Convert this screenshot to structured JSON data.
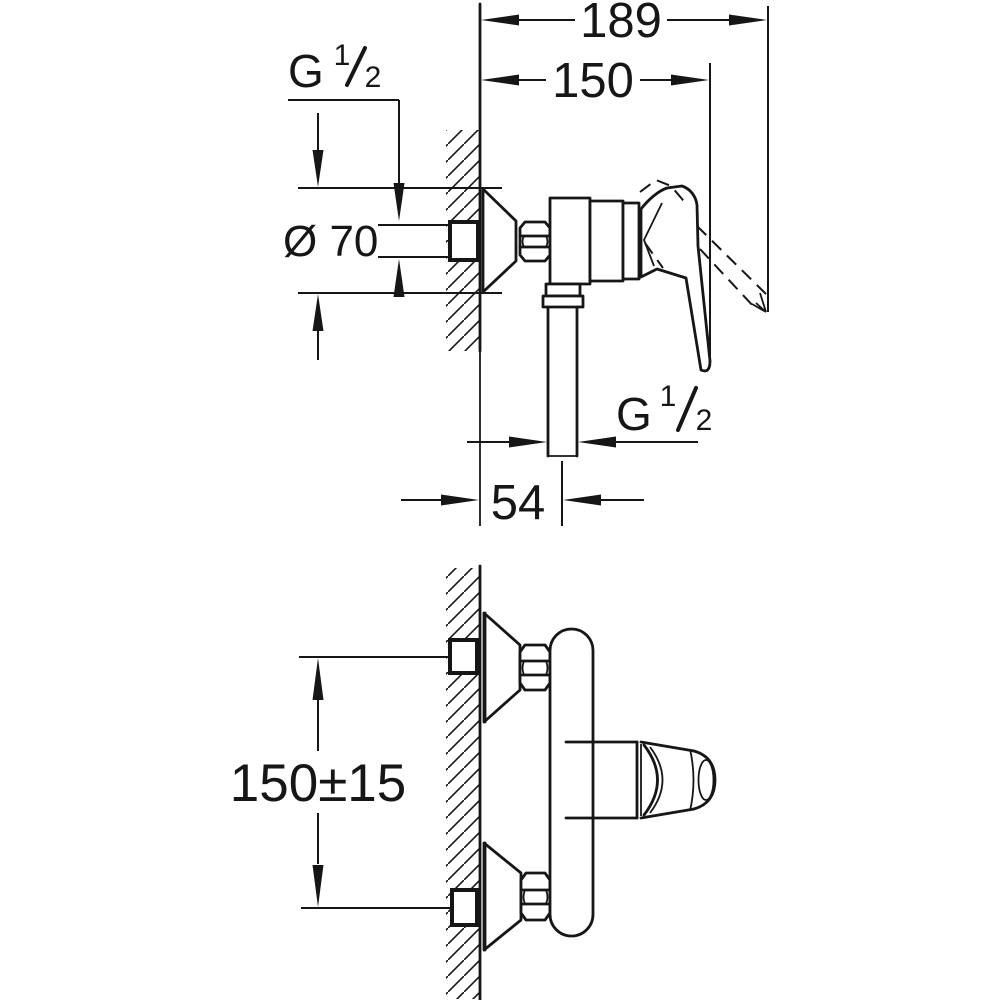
{
  "drawing": {
    "kind": "shower mixer installation dimension drawing",
    "colors": {
      "ink": "#161616",
      "background": "#ffffff"
    },
    "side_view": {
      "dim_overall_depth": "189",
      "dim_wall_to_handle": "150",
      "dim_escutcheon_diameter": "Ø 70",
      "dim_outlet_offset": "54",
      "top_connection": {
        "g": "G",
        "numerator": "1",
        "denominator": "2"
      },
      "outlet_connection": {
        "g": "G",
        "numerator": "1",
        "denominator": "2"
      }
    },
    "front_view": {
      "dim_inlet_spacing": "150±15"
    }
  }
}
